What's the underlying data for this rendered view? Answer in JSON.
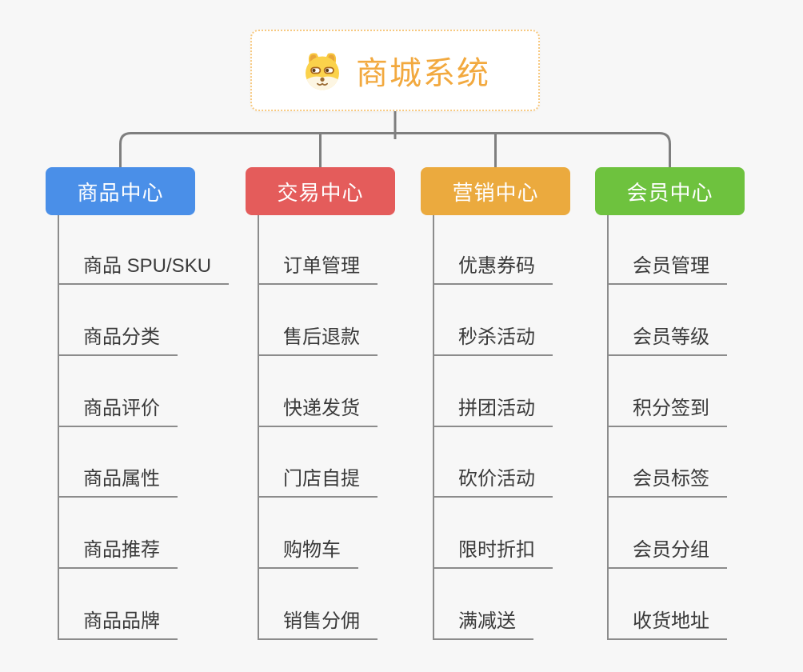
{
  "root": {
    "label": "商城系统",
    "icon": "shiba-dog-icon",
    "text_color": "#f2a93f",
    "border_color": "#f7c981"
  },
  "colors": {
    "background": "#f7f7f7",
    "connector_line": "#7f7f7f",
    "leaf_line": "#8c8c8c",
    "leaf_text": "#3a3a3a"
  },
  "branches": [
    {
      "label": "商品中心",
      "color": "#4a8fe8",
      "children": [
        "商品 SPU/SKU",
        "商品分类",
        "商品评价",
        "商品属性",
        "商品推荐",
        "商品品牌"
      ]
    },
    {
      "label": "交易中心",
      "color": "#e45c5b",
      "children": [
        "订单管理",
        "售后退款",
        "快递发货",
        "门店自提",
        "购物车",
        "销售分佣"
      ]
    },
    {
      "label": "营销中心",
      "color": "#ebaa3e",
      "children": [
        "优惠券码",
        "秒杀活动",
        "拼团活动",
        "砍价活动",
        "限时折扣",
        "满减送"
      ]
    },
    {
      "label": "会员中心",
      "color": "#6ec23e",
      "children": [
        "会员管理",
        "会员等级",
        "积分签到",
        "会员标签",
        "会员分组",
        "收货地址"
      ]
    }
  ]
}
